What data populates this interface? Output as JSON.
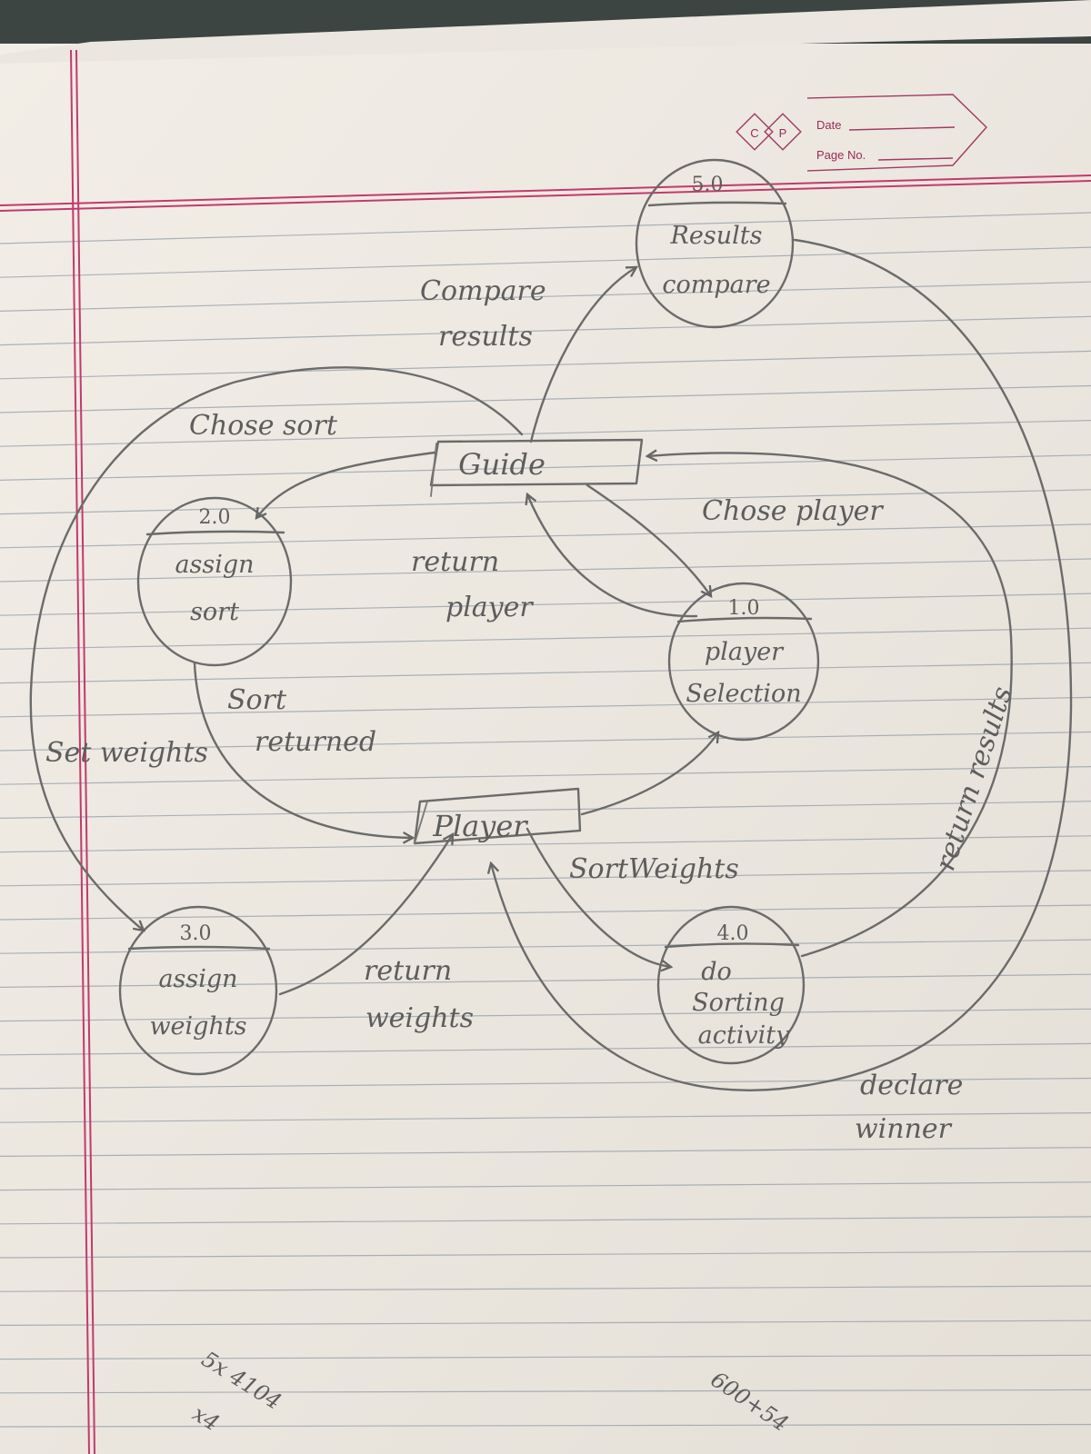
{
  "header": {
    "logo_letters": [
      "C",
      "P"
    ],
    "date_label": "Date",
    "page_no_label": "Page No."
  },
  "processes": [
    {
      "id": "5.0",
      "lines": [
        "Results",
        "compare"
      ]
    },
    {
      "id": "2.0",
      "lines": [
        "assign",
        "sort"
      ]
    },
    {
      "id": "1.0",
      "lines": [
        "player",
        "Selection"
      ]
    },
    {
      "id": "3.0",
      "lines": [
        "assign",
        "weights"
      ]
    },
    {
      "id": "4.0",
      "lines": [
        "do",
        "Sorting",
        "activity"
      ]
    }
  ],
  "entities": {
    "guide": "Guide",
    "player": "Player"
  },
  "flows": {
    "compare_results": [
      "Compare",
      "results"
    ],
    "chose_sort": "Chose sort",
    "chose_player": "Chose player",
    "return_player": [
      "return",
      "player"
    ],
    "sort_returned": [
      "Sort",
      "returned"
    ],
    "set_weights": "Set weights",
    "sort_weights": "SortWeights",
    "return_weights": [
      "return",
      "weights"
    ],
    "return_results": "return results",
    "declare_winner": [
      "declare",
      "winner"
    ]
  },
  "scribbles": [
    "5x 4104",
    "x4",
    "600+54"
  ]
}
